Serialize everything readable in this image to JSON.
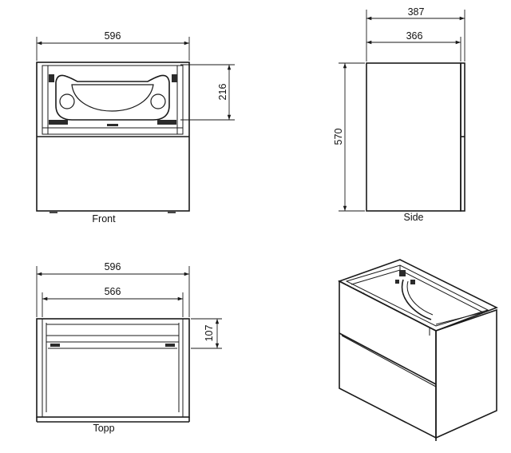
{
  "views": {
    "front": {
      "label": "Front",
      "dims": {
        "width": "596",
        "height": "216"
      }
    },
    "side": {
      "label": "Side",
      "dims": {
        "depth_outer": "387",
        "depth_inner": "366",
        "height": "570"
      }
    },
    "top": {
      "label": "Topp",
      "dims": {
        "width_outer": "596",
        "width_inner": "566",
        "depth": "107"
      }
    }
  }
}
